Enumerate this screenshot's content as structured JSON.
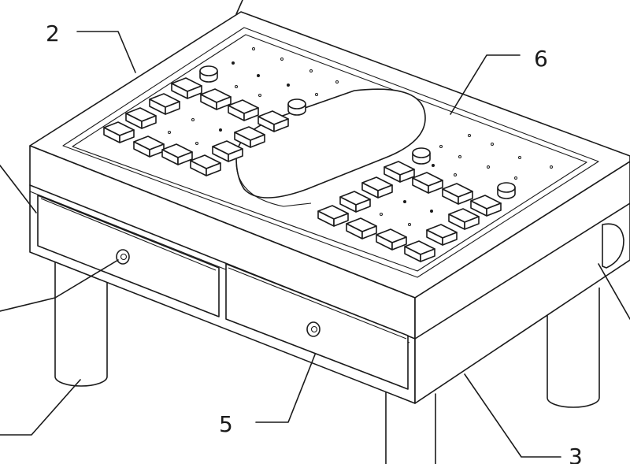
{
  "figure": {
    "labels": {
      "l2": "2",
      "l6": "6",
      "l5": "5",
      "l3": "3"
    },
    "stroke_color": "#1a1a1a",
    "background_color": "#ffffff"
  }
}
